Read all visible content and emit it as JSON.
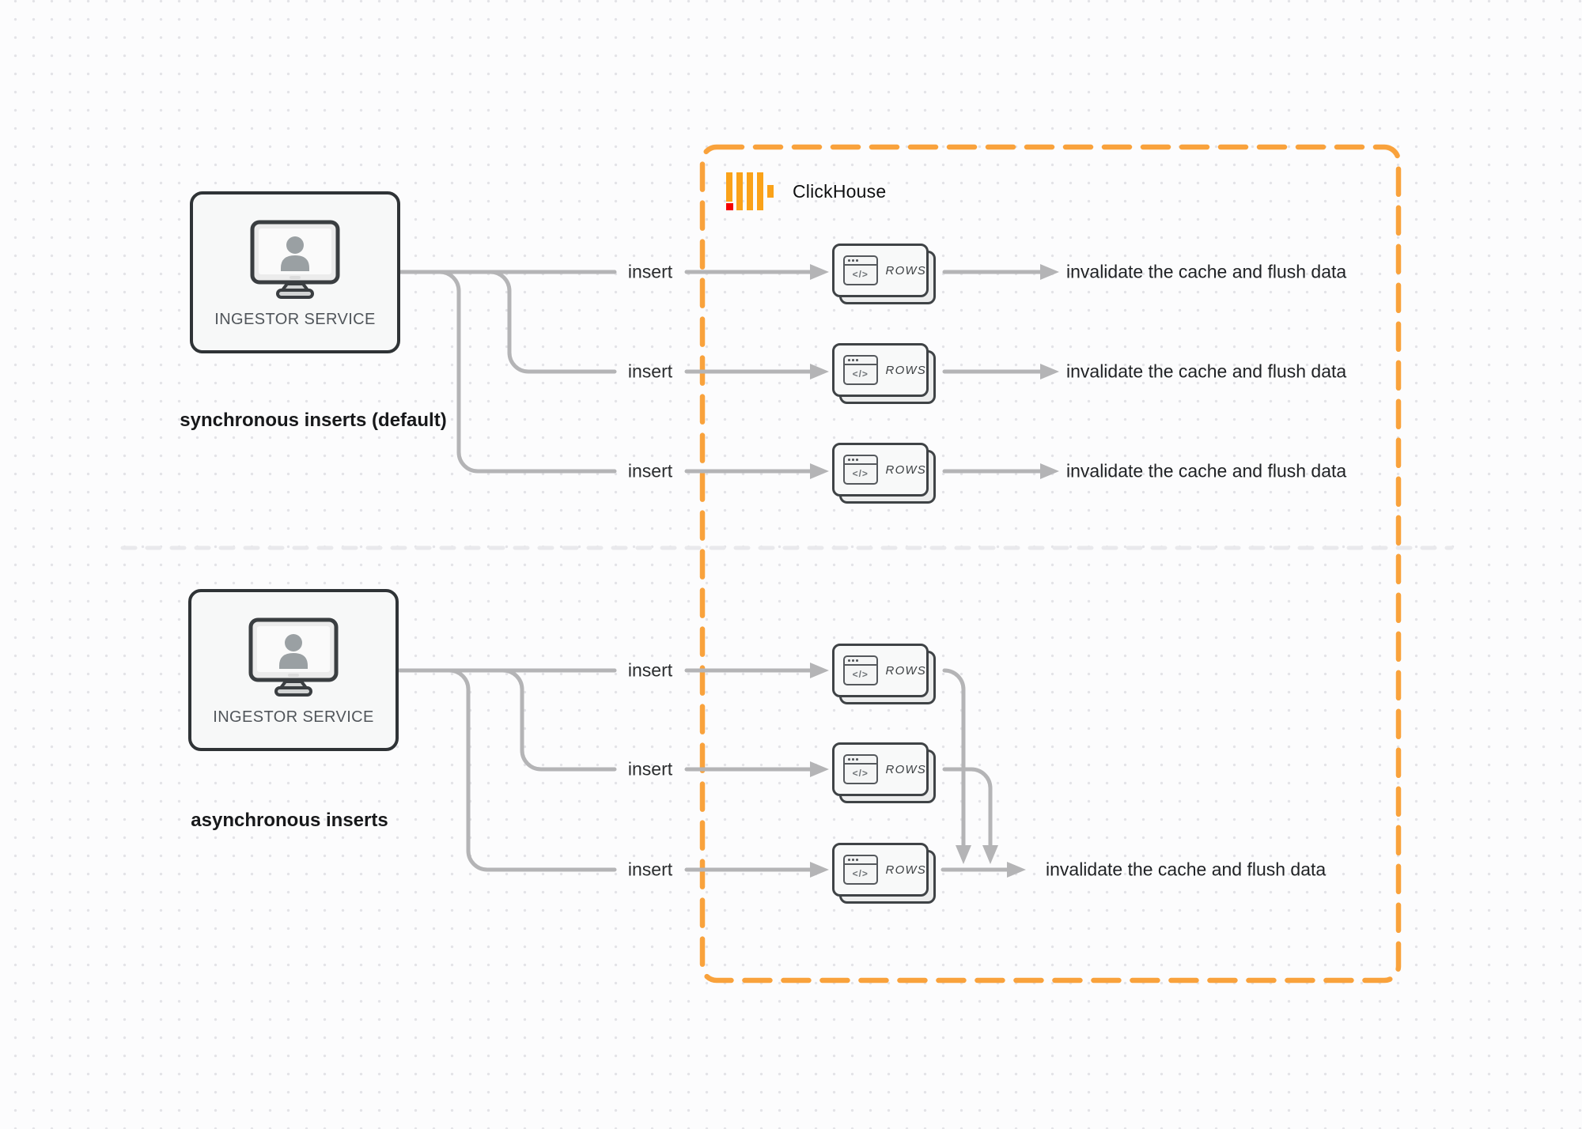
{
  "diagram": {
    "clickhouse": {
      "brand": "ClickHouse"
    },
    "sync": {
      "caption": "synchronous inserts (default)",
      "service_label": "INGESTOR SERVICE",
      "flows": [
        {
          "insert_label": "insert",
          "card_label": "ROWS",
          "result_label": "invalidate the cache and flush data"
        },
        {
          "insert_label": "insert",
          "card_label": "ROWS",
          "result_label": "invalidate the cache and flush data"
        },
        {
          "insert_label": "insert",
          "card_label": "ROWS",
          "result_label": "invalidate the cache and flush data"
        }
      ]
    },
    "async": {
      "caption": "asynchronous inserts",
      "service_label": "INGESTOR SERVICE",
      "flows": [
        {
          "insert_label": "insert",
          "card_label": "ROWS"
        },
        {
          "insert_label": "insert",
          "card_label": "ROWS"
        },
        {
          "insert_label": "insert",
          "card_label": "ROWS"
        }
      ],
      "result_label": "invalidate the cache and flush data"
    },
    "icons": {
      "code_glyph": "</>"
    },
    "colors": {
      "accent_orange": "#F9A23C",
      "logo_yellow": "#FAA219",
      "logo_red": "#F50000",
      "connector_gray": "#B4B4B6",
      "border_dark": "#2F3336",
      "divider_gray": "#E9E9EC"
    }
  }
}
